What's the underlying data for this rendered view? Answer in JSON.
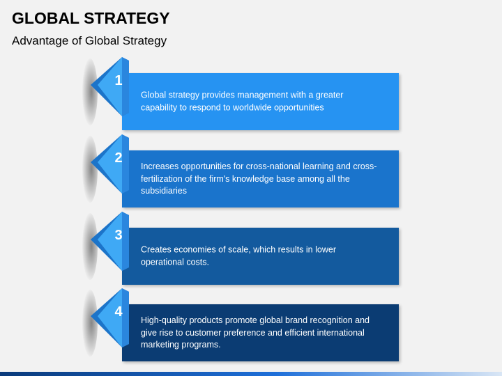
{
  "slide": {
    "title": "GLOBAL STRATEGY",
    "subtitle": "Advantage of Global Strategy"
  },
  "items": [
    {
      "number": "1",
      "text": "Global strategy provides management with a greater capability to respond to worldwide opportunities",
      "color": "#2693f2"
    },
    {
      "number": "2",
      "text": "Increases opportunities for cross-national learning and cross-fertilization of the firm's knowledge base among all the subsidiaries",
      "color": "#1a74cc"
    },
    {
      "number": "3",
      "text": "Creates economies of scale, which results in lower operational costs.",
      "color": "#135a9e"
    },
    {
      "number": "4",
      "text": "High-quality products promote global brand recognition and give rise to customer preference and efficient international marketing programs.",
      "color": "#0b3c73"
    }
  ],
  "colors": {
    "background": "#f2f2f2",
    "tab_light": "#3fa9f5",
    "tab_dark": "#1c74c9"
  }
}
